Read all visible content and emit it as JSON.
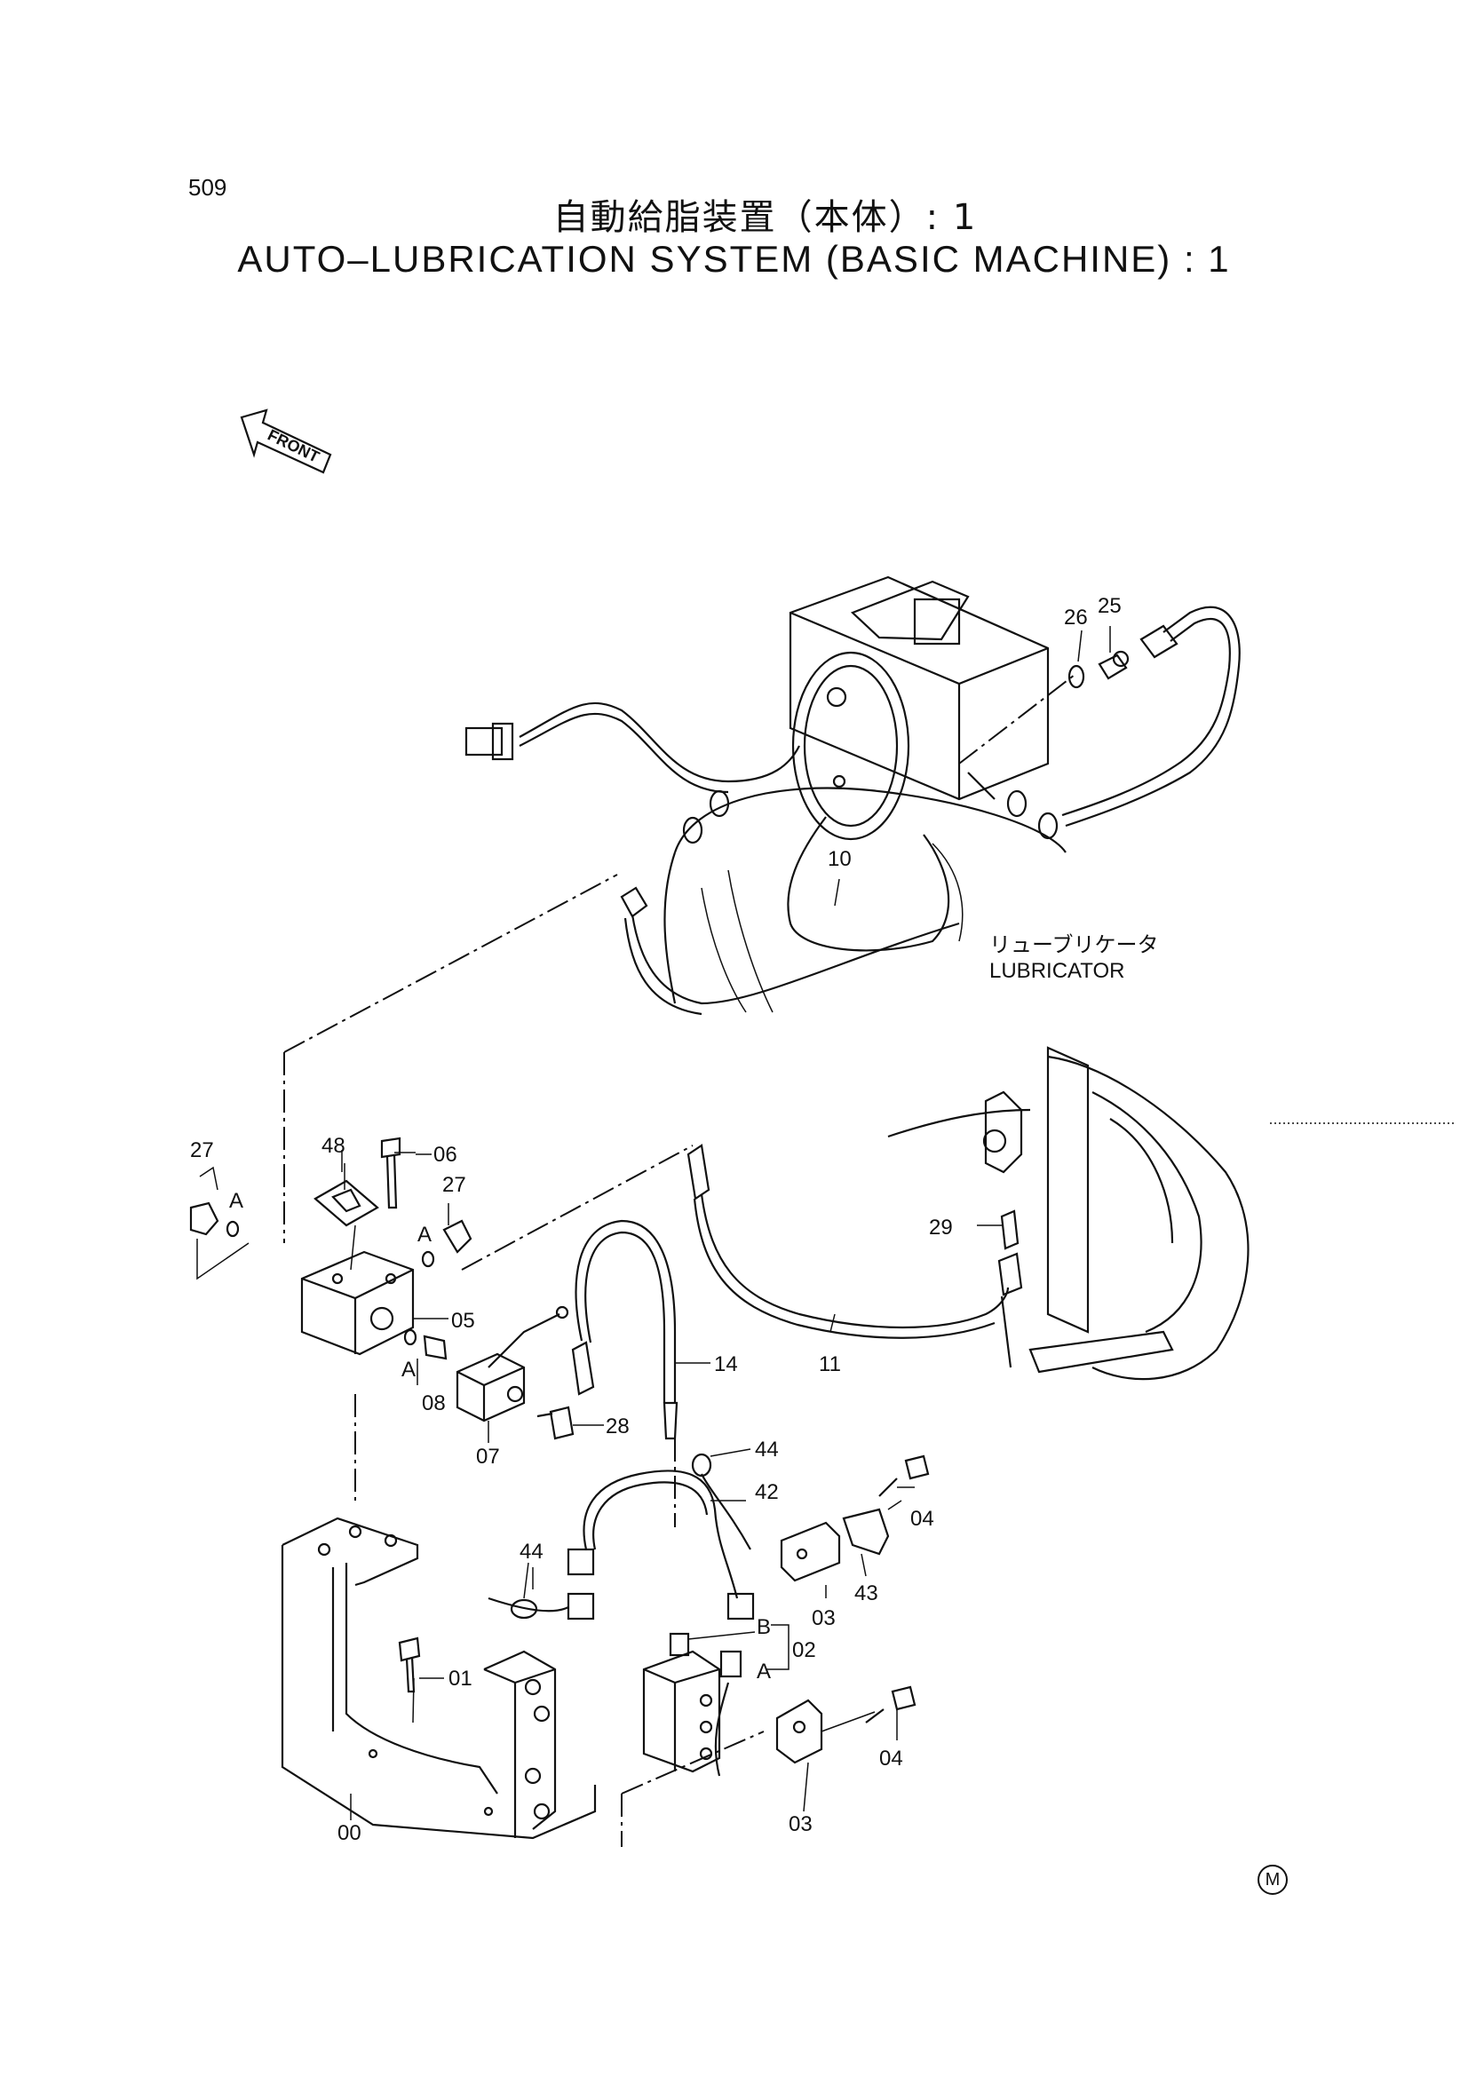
{
  "header": {
    "page_number": "509",
    "title_jp": "自動給脂装置（本体）: 1",
    "title_en": "AUTO–LUBRICATION SYSTEM (BASIC MACHINE) : 1"
  },
  "front_indicator": "FRONT",
  "lubricator_label": {
    "jp": "リューブリケータ",
    "en": "LUBRICATOR"
  },
  "callouts": {
    "c00": "00",
    "c01": "01",
    "c02": "02",
    "c03a": "03",
    "c03b": "03",
    "c04a": "04",
    "c04b": "04",
    "c05": "05",
    "c06": "06",
    "c07": "07",
    "c08": "08",
    "c10": "10",
    "c11": "11",
    "c14": "14",
    "c25": "25",
    "c26": "26",
    "c27a": "27",
    "c27b": "27",
    "c28": "28",
    "c29": "29",
    "c42": "42",
    "c43": "43",
    "c44a": "44",
    "c44b": "44",
    "c48": "48",
    "refA1": "A",
    "refA2": "A",
    "refA3": "A",
    "refA4": "A",
    "refB": "B"
  },
  "mark": "M"
}
